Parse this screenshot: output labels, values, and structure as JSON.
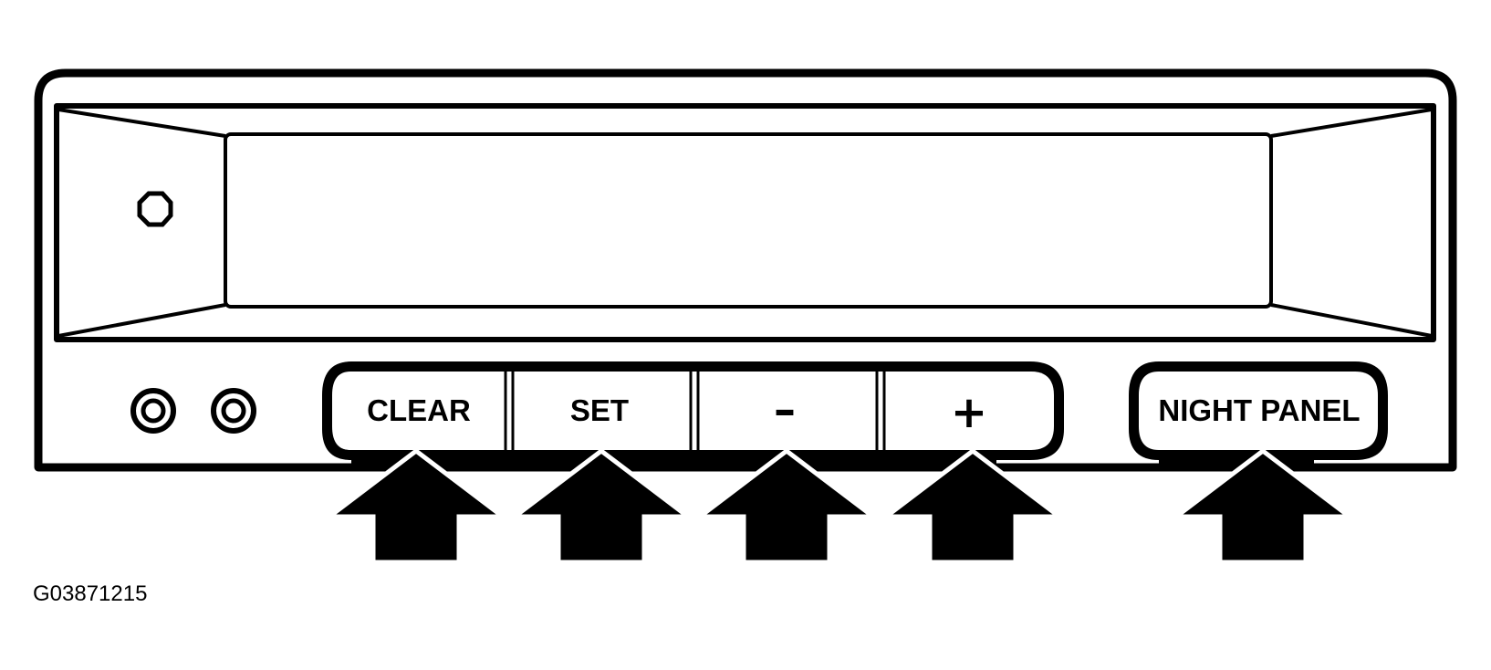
{
  "buttons": {
    "clear": "CLEAR",
    "set": "SET",
    "minus": "–",
    "plus": "+",
    "night_panel": "NIGHT PANEL"
  },
  "figure_id": "G03871215",
  "colors": {
    "line": "#000000",
    "background": "#ffffff"
  }
}
